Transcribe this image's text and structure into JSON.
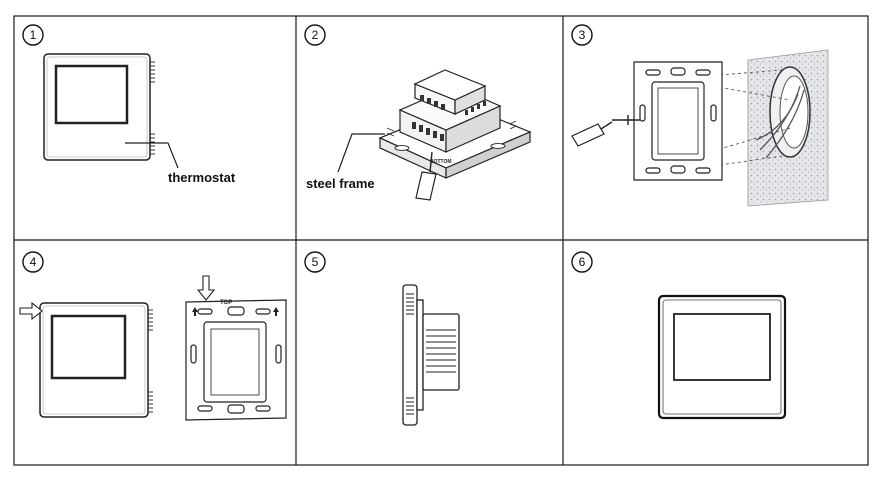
{
  "panels": [
    {
      "number": "1",
      "label": "thermostat"
    },
    {
      "number": "2",
      "label": "steel frame",
      "mark": "BOTTOM"
    },
    {
      "number": "3"
    },
    {
      "number": "4",
      "mark": "TOP"
    },
    {
      "number": "5"
    },
    {
      "number": "6"
    }
  ],
  "colors": {
    "line": "#1a1a1a",
    "screen": "#222222",
    "wall": "#d9dce0"
  }
}
